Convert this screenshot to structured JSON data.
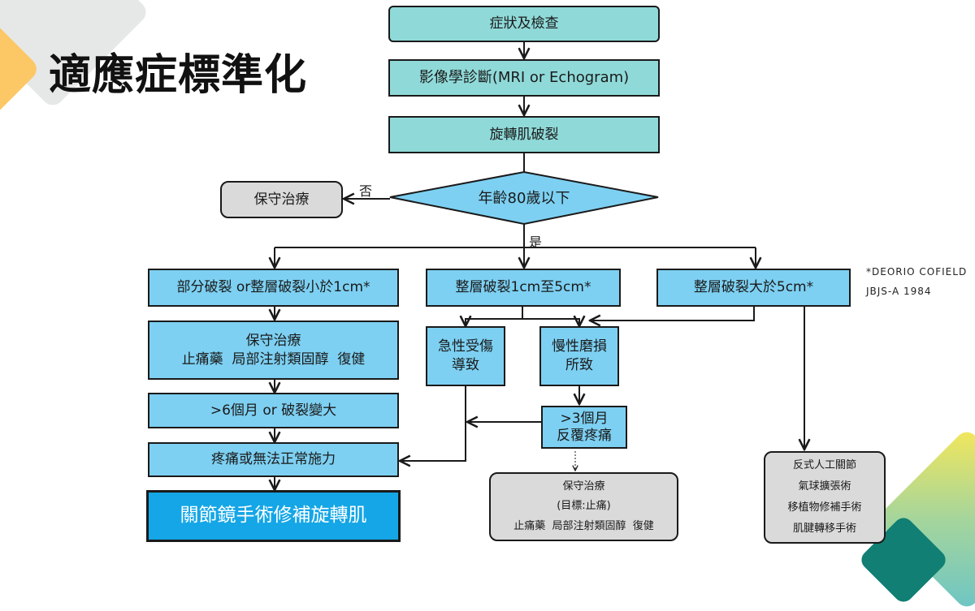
{
  "page": {
    "title": "適應症標準化"
  },
  "flowchart": {
    "nodes": {
      "symptoms": "症狀及檢查",
      "imaging": "影像學診斷(MRI or Echogram)",
      "tear": "旋轉肌破裂",
      "age_decision": "年齡80歲以下",
      "conservative_no": "保守治療",
      "partial_tear": "部分破裂 or整層破裂小於1cm*",
      "mid_tear": "整層破裂1cm至5cm*",
      "large_tear": "整層破裂大於5cm*",
      "conservative_left": {
        "line1": "保守治療",
        "line2": "止痛藥  局部注射類固醇  復健"
      },
      "six_months": ">6個月 or 破裂變大",
      "pain": "疼痛或無法正常施力",
      "arthroscopic": "關節鏡手術修補旋轉肌",
      "acute": {
        "line1": "急性受傷",
        "line2": "導致"
      },
      "chronic": {
        "line1": "慢性磨損",
        "line2": "所致"
      },
      "three_months": {
        "line1": ">3個月",
        "line2": "反覆疼痛"
      },
      "conservative_mid": {
        "line1": "保守治療",
        "line2": "(目標:止痛)",
        "line3": "止痛藥  局部注射類固醇  復健"
      },
      "large_options": {
        "line1": "反式人工關節",
        "line2": "氣球擴張術",
        "line3": "移植物修補手術",
        "line4": "肌腱轉移手術"
      }
    },
    "edge_labels": {
      "no": "否",
      "yes": "是"
    },
    "reference": {
      "line1": "*DEORIO COFIELD",
      "line2": "JBJS-A 1984"
    },
    "colors": {
      "teal_box": "#8fdad9",
      "blue_box": "#7dd0f2",
      "gray_box": "#dadada",
      "final_box": "#14a6e6",
      "accent_yellow": "#fcc865"
    }
  }
}
